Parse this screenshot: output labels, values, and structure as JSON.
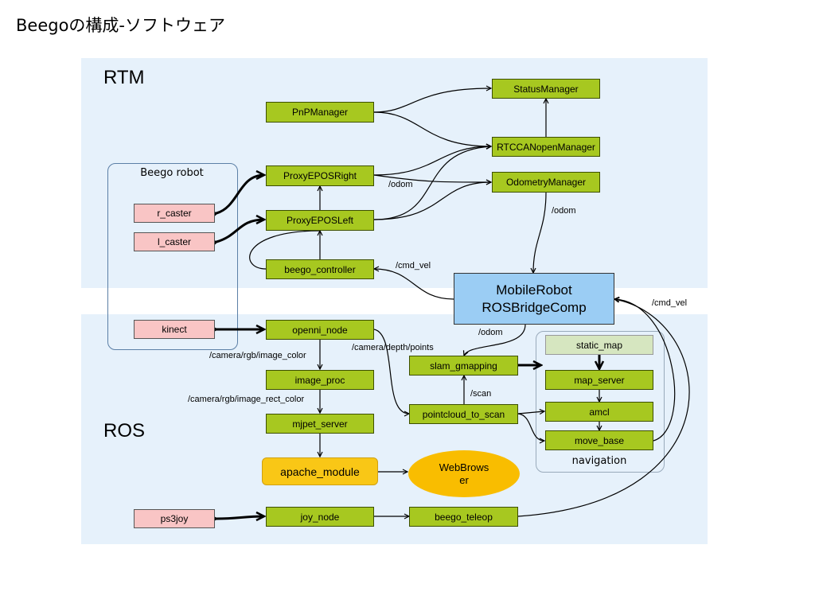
{
  "title": "Beegoの構成-ソフトウェア",
  "regions": {
    "rtm": "RTM",
    "ros": "ROS"
  },
  "groups": {
    "beego_robot": "Beego robot",
    "navigation": "navigation"
  },
  "nodes": {
    "status_manager": "StatusManager",
    "pnp_manager": "PnPManager",
    "rtccanopen_manager": "RTCCANopenManager",
    "proxy_epos_right": "ProxyEPOSRight",
    "odometry_manager": "OdometryManager",
    "proxy_epos_left": "ProxyEPOSLeft",
    "beego_controller": "beego_controller",
    "mobile_robot_bridge": "MobileRobot ROSBridgeComp",
    "r_caster": "r_caster",
    "l_caster": "l_caster",
    "kinect": "kinect",
    "openni_node": "openni_node",
    "image_proc": "image_proc",
    "mjpet_server": "mjpet_server",
    "apache_module": "apache_module",
    "web_browser": "WebBrowser",
    "slam_gmapping": "slam_gmapping",
    "pointcloud_to_scan": "pointcloud_to_scan",
    "static_map": "static_map",
    "map_server": "map_server",
    "amcl": "amcl",
    "move_base": "move_base",
    "ps3joy": "ps3joy",
    "joy_node": "joy_node",
    "beego_teleop": "beego_teleop"
  },
  "edge_labels": {
    "odom_right": "/odom",
    "odom_manager": "/odom",
    "cmd_vel_controller": "/cmd_vel",
    "cmd_vel_move_base": "/cmd_vel",
    "odom_slam": "/odom",
    "camera_depth_points": "/camera/depth/points",
    "camera_rgb_image_color": "/camera/rgb/image_color",
    "camera_rgb_image_rect_color": "/camera/rgb/image_rect_color",
    "scan": "/scan"
  },
  "colors": {
    "region_bg": "#e6f1fb",
    "green_node": "#a7c820",
    "pink_node": "#f9c5c5",
    "blue_node": "#9bcdf4",
    "orange_node": "#f9c716",
    "light_green_node": "#d6e6c0"
  }
}
